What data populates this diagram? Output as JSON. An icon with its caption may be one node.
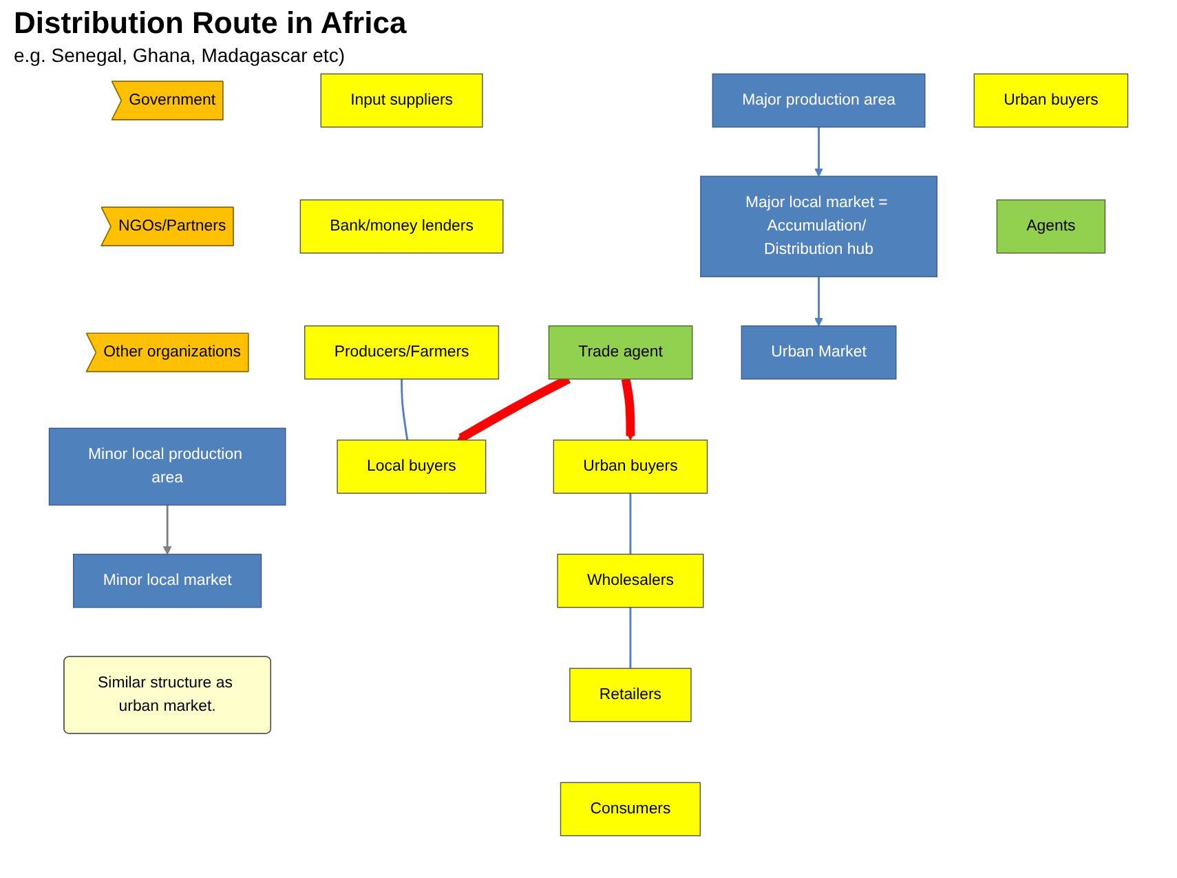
{
  "diagram": {
    "title": "Distribution Route in Africa",
    "nodes": [
      {
        "text": [
          "Input suppliers"
        ]
      },
      {
        "text": [
          "Government"
        ]
      },
      {
        "text": [
          "Bank/money lenders"
        ]
      },
      {
        "text": [
          "NGOs/Partners"
        ]
      },
      {
        "text": [
          "Major production area"
        ]
      },
      {
        "text": [
          "Producers/Farmers"
        ]
      },
      {
        "text": [
          "Other organizations"
        ]
      },
      {
        "text": [
          "Major local market = Accumulation/ Distribution hub"
        ]
      },
      {
        "text": [
          "Minor local production area"
        ]
      },
      {
        "text": [
          "Local buyers"
        ]
      },
      {
        "text": [
          "Trade agent"
        ]
      },
      {
        "text": [
          "Minor local market"
        ]
      },
      {
        "text": [
          "Agents"
        ]
      },
      {
        "text": [
          "Urban buyers"
        ]
      },
      {
        "text": [
          "Urban Market"
        ]
      },
      {
        "text": [
          "Urban buyers"
        ]
      },
      {
        "text": [
          "Wholesalers"
        ]
      },
      {
        "text": [
          "Similar structure as urban market."
        ]
      },
      {
        "text": [
          "Retailers"
        ]
      },
      {
        "text": [
          "Consumers"
        ]
      }
    ],
    "edges": [
      {
        "from": 4,
        "to": 7,
        "arrow": "to"
      },
      {
        "from": 7,
        "to": 14,
        "arrow": "to"
      },
      {
        "from": 8,
        "to": 11,
        "arrow": "to",
        "color": "#7f7f7f"
      },
      {
        "from": 10,
        "to": 9,
        "arrow": "to",
        "style": "thick",
        "color": "#ff0000"
      },
      {
        "from": 10,
        "to": 15,
        "arrow": "to",
        "style": "thick",
        "color": "#ff0000"
      },
      {
        "from": 5,
        "to": 9,
        "arrow": "none"
      },
      {
        "from": 15,
        "to": 16,
        "arrow": "none"
      },
      {
        "from": 16,
        "to": 18,
        "arrow": "none"
      }
    ],
    "labels": [
      "e.g. Senegal, Ghana, Madagascar etc)"
    ]
  }
}
